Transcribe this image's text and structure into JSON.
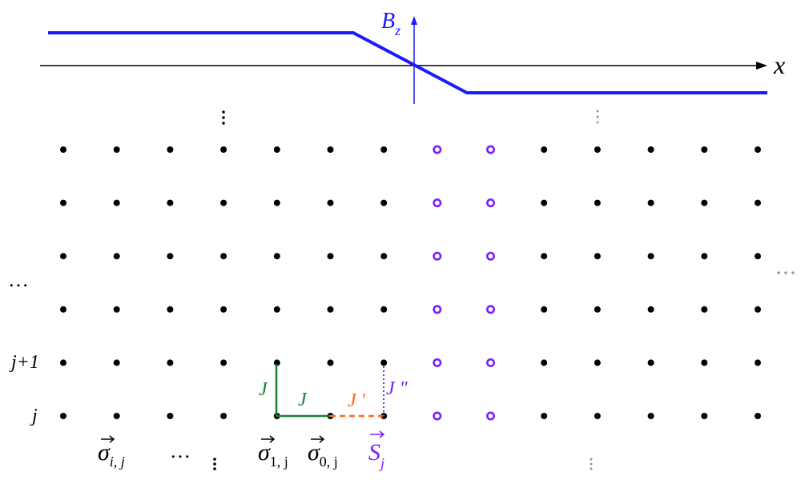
{
  "field_axis": {
    "x_label": "x",
    "bz_label_main": "B",
    "bz_label_sub": "z"
  },
  "lattice": {
    "rows": 6,
    "columns": 14,
    "special_columns": [
      7,
      8
    ],
    "row_labels": {
      "j_plus_1": "j+1",
      "j": "j"
    }
  },
  "couplings": {
    "vertical_J": "J",
    "horizontal_J": "J",
    "J_prime": "J '",
    "J_double_prime": "J \""
  },
  "spin_labels": {
    "sigma_i_j": {
      "main": "σ",
      "sub": "i, j"
    },
    "sigma_1_j": {
      "main": "σ",
      "sub": "1, j"
    },
    "sigma_0_j": {
      "main": "σ",
      "sub": "0, j"
    },
    "S_j": {
      "main": "S",
      "sub": "j"
    }
  },
  "ellipsis_labels": {
    "bottom_middle": "…",
    "left": "…"
  },
  "colors": {
    "field_line": "#1a1aff",
    "axis": "#000000",
    "bz_axis": "#1a1aff",
    "regular_site": "#000000",
    "special_site": "#7a1fff",
    "J": "#1a7f37",
    "J_prime": "#ff6a1a",
    "J_double_prime": "#7a1fff",
    "faint_ellipsis": "#999999"
  }
}
